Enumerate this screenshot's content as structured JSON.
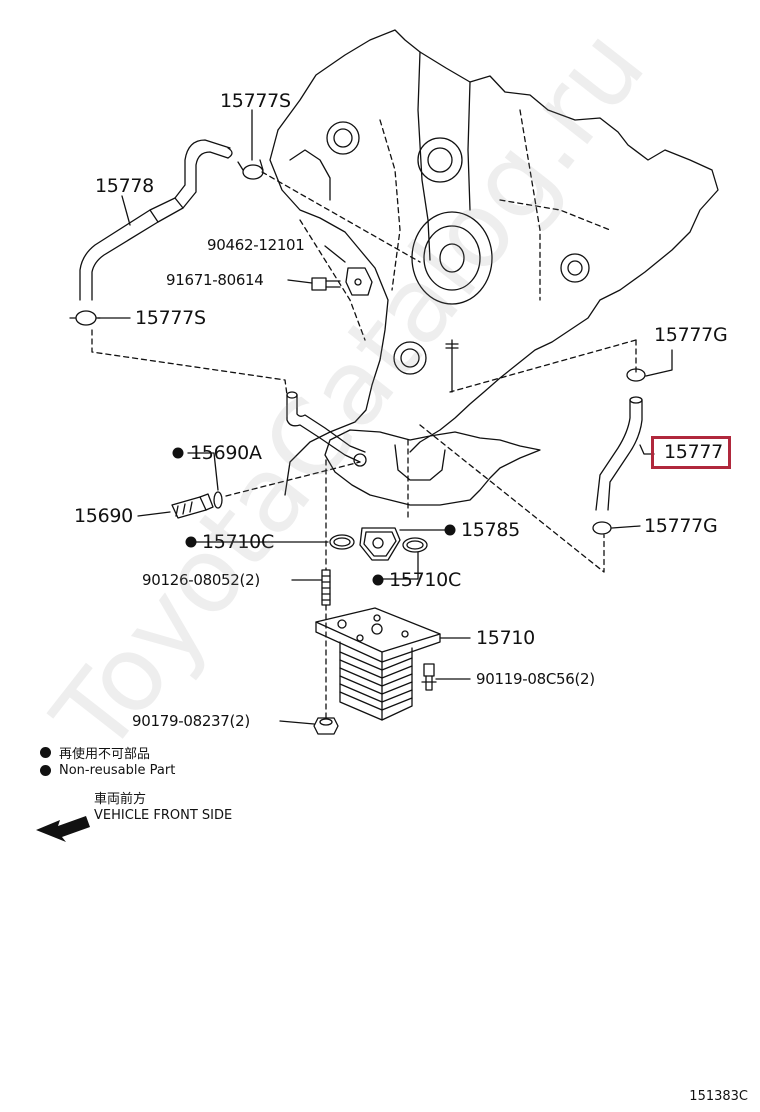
{
  "parts": {
    "p15777S_top": "15777S",
    "p15778": "15778",
    "p90462": "90462-12101",
    "p91671": "91671-80614",
    "p15777S_bottom": "15777S",
    "p15777G_top": "15777G",
    "p15777": "15777",
    "p15777G_bottom": "15777G",
    "p15690A": "15690A",
    "p15690": "15690",
    "p15785": "15785",
    "p15710C_left": "15710C",
    "p15710C_right": "15710C",
    "p90126": "90126-08052(2)",
    "p15710": "15710",
    "p90119": "90119-08C56(2)",
    "p90179": "90179-08237(2)"
  },
  "highlighted_part": "15777",
  "highlight_color": "#b0283c",
  "legend": {
    "non_reusable_jp": "再使用不可部品",
    "non_reusable_en": "Non-reusable Part",
    "front_jp": "車両前方",
    "front_en": "VEHICLE FRONT SIDE"
  },
  "watermark": "ToyotaCatalog.ru",
  "figure_number": "151383C"
}
